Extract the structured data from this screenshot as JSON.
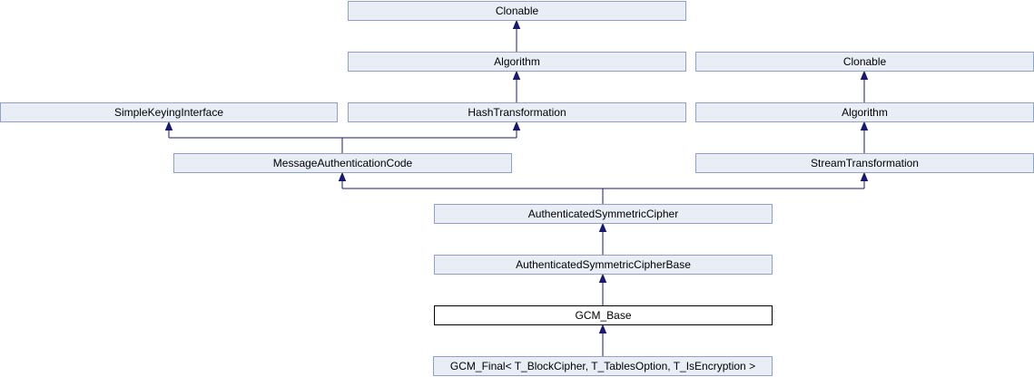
{
  "diagram": {
    "type": "class-inheritance-graph",
    "current_class": "GCM_Base",
    "colors": {
      "node_fill": "#e8edf6",
      "node_border": "#8fa0c9",
      "current_node_fill": "#ffffff",
      "current_node_border": "#000000",
      "edge": "#191970",
      "text": "#000000",
      "background": "#ffffff"
    },
    "nodes": [
      {
        "label": "Clonable"
      },
      {
        "label": "Algorithm"
      },
      {
        "label": "Clonable"
      },
      {
        "label": "SimpleKeyingInterface"
      },
      {
        "label": "HashTransformation"
      },
      {
        "label": "Algorithm"
      },
      {
        "label": "MessageAuthenticationCode"
      },
      {
        "label": "StreamTransformation"
      },
      {
        "label": "AuthenticatedSymmetricCipher"
      },
      {
        "label": "AuthenticatedSymmetricCipherBase"
      },
      {
        "label": "GCM_Base",
        "current": true
      },
      {
        "label": "GCM_Final< T_BlockCipher, T_TablesOption, T_IsEncryption >"
      }
    ],
    "edges": [
      {
        "from": "Algorithm (center)",
        "to": "Clonable (top)"
      },
      {
        "from": "HashTransformation",
        "to": "Algorithm (center)"
      },
      {
        "from": "MessageAuthenticationCode",
        "to": "SimpleKeyingInterface"
      },
      {
        "from": "MessageAuthenticationCode",
        "to": "HashTransformation"
      },
      {
        "from": "Algorithm (right)",
        "to": "Clonable (right)"
      },
      {
        "from": "StreamTransformation",
        "to": "Algorithm (right)"
      },
      {
        "from": "AuthenticatedSymmetricCipher",
        "to": "MessageAuthenticationCode"
      },
      {
        "from": "AuthenticatedSymmetricCipher",
        "to": "StreamTransformation"
      },
      {
        "from": "AuthenticatedSymmetricCipherBase",
        "to": "AuthenticatedSymmetricCipher"
      },
      {
        "from": "GCM_Base",
        "to": "AuthenticatedSymmetricCipherBase"
      },
      {
        "from": "GCM_Final< T_BlockCipher, T_TablesOption, T_IsEncryption >",
        "to": "GCM_Base"
      }
    ]
  }
}
